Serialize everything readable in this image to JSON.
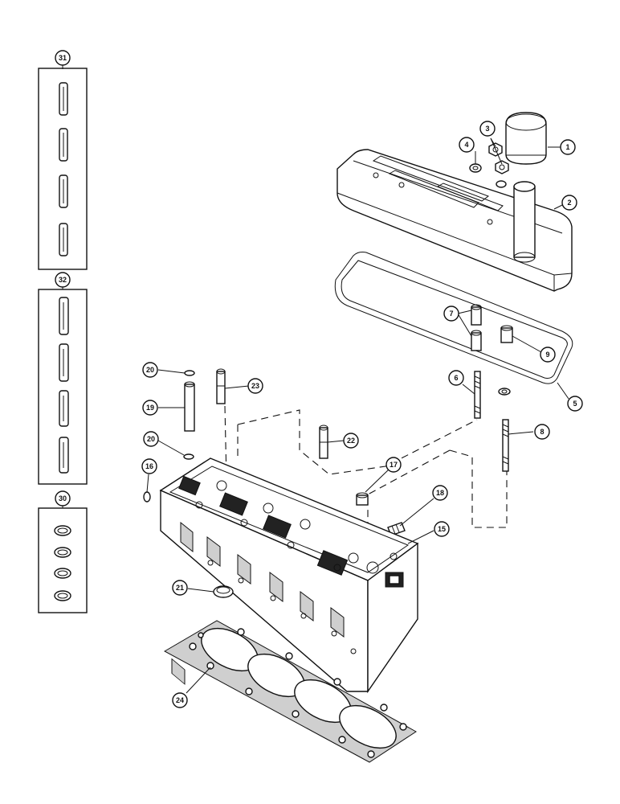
{
  "callouts": {
    "c1": "1",
    "c2": "2",
    "c3": "3",
    "c4": "4",
    "c5": "5",
    "c6": "6",
    "c7": "7",
    "c8": "8",
    "c9": "9",
    "c15": "15",
    "c16": "16",
    "c17": "17",
    "c18": "18",
    "c19": "19",
    "c20a": "20",
    "c20b": "20",
    "c21": "21",
    "c22": "22",
    "c23": "23",
    "c24": "24",
    "c30": "30",
    "c31": "31",
    "c32": "32"
  },
  "colors": {
    "ink": "#111111",
    "paper": "#ffffff"
  }
}
